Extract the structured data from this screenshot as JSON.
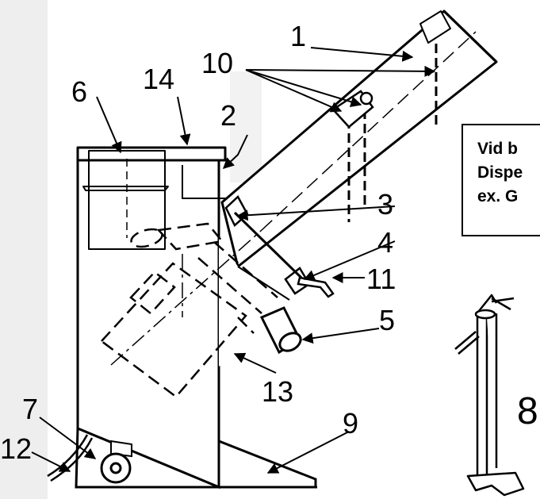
{
  "callouts": {
    "n1": "1",
    "n2": "2",
    "n3": "3",
    "n4": "4",
    "n5": "5",
    "n6": "6",
    "n7": "7",
    "n8": "8",
    "n9": "9",
    "n10": "10",
    "n11": "11",
    "n12": "12",
    "n13": "13",
    "n14": "14"
  },
  "note": {
    "line1": "Vid b",
    "line2": "Dispe",
    "line3": "ex. G"
  }
}
